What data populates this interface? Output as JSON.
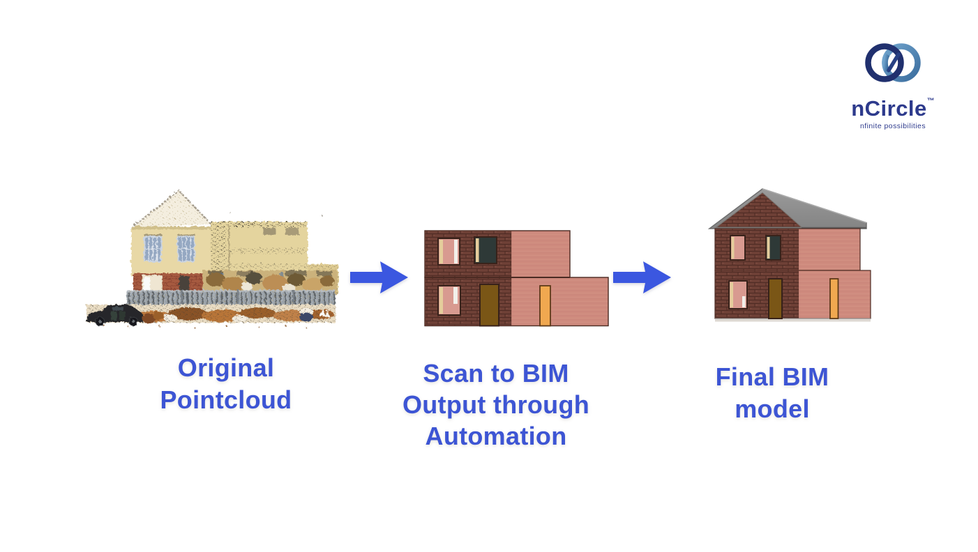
{
  "colors": {
    "accent_text": "#3D55D4",
    "arrow_blue": "#3B57E0",
    "logo_navy": "#20306E",
    "logo_light_blue": "#4E7FB2",
    "logo_text": "#2D3A8C",
    "wall_salmon": "#CF8B7E",
    "brick_dark": "#6E4036",
    "roof_gray": "#8F8F8F",
    "door_brown": "#7A5616",
    "door_orange": "#F0A850",
    "window_dark": "#2E3937",
    "window_pink": "#D89A90",
    "pointcloud_tan": "#E6D6A3"
  },
  "logo": {
    "brand": "nCircle",
    "trademark": "™",
    "tagline": "nfinite possibilities"
  },
  "steps": [
    {
      "name": "original-pointcloud",
      "illustration": "point-cloud-house-scan",
      "label_lines": [
        "Original",
        "Pointcloud"
      ]
    },
    {
      "name": "scan-to-bim-output",
      "illustration": "bim-elevation-two-story",
      "label_lines": [
        "Scan to BIM",
        "Output through",
        "Automation"
      ]
    },
    {
      "name": "final-bim-model",
      "illustration": "bim-house-with-roof",
      "label_lines": [
        "Final BIM",
        "model"
      ]
    }
  ],
  "arrows": [
    {
      "name": "arrow-1",
      "direction": "right"
    },
    {
      "name": "arrow-2",
      "direction": "right"
    }
  ]
}
